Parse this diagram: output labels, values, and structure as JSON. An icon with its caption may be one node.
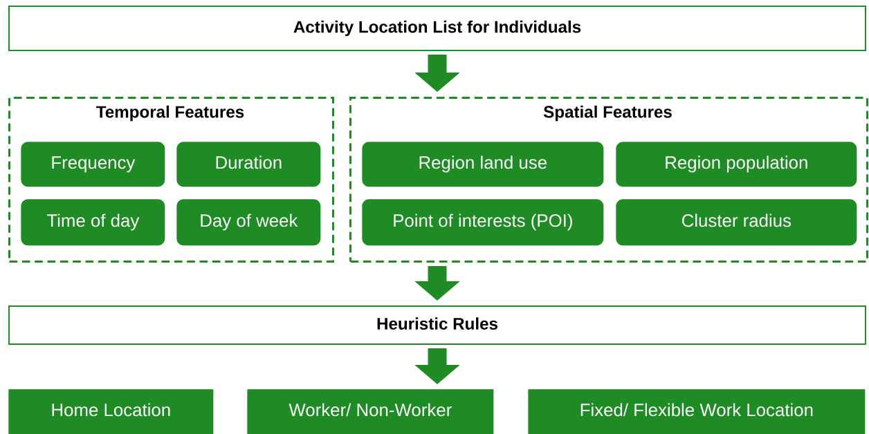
{
  "diagram": {
    "nodes": [
      {
        "text": [
          "Activity Location List for Individuals"
        ]
      },
      {
        "text": [
          "Temporal Features"
        ]
      },
      {
        "text": [
          "Frequency"
        ],
        "in": 1
      },
      {
        "text": [
          "Duration"
        ],
        "in": 1
      },
      {
        "text": [
          "Time of day"
        ],
        "in": 1
      },
      {
        "text": [
          "Day of week"
        ],
        "in": 1
      },
      {
        "text": [
          "Spatial Features"
        ]
      },
      {
        "text": [
          "Region land use"
        ],
        "in": 6
      },
      {
        "text": [
          "Region population"
        ],
        "in": 6
      },
      {
        "text": [
          "Point of interests (POI)"
        ],
        "in": 6
      },
      {
        "text": [
          "Cluster radius"
        ],
        "in": 6
      },
      {
        "text": [
          "Heuristic Rules"
        ]
      },
      {
        "text": [
          "Home Location"
        ]
      },
      {
        "text": [
          "Worker/ Non-Worker"
        ]
      },
      {
        "text": [
          "Fixed/ Flexible Work Location"
        ]
      }
    ],
    "edges": [
      {
        "from": 0,
        "to": 6,
        "arrow": "to"
      },
      {
        "from": 6,
        "to": 11,
        "arrow": "to"
      },
      {
        "from": 11,
        "to": 13,
        "arrow": "to"
      }
    ]
  }
}
